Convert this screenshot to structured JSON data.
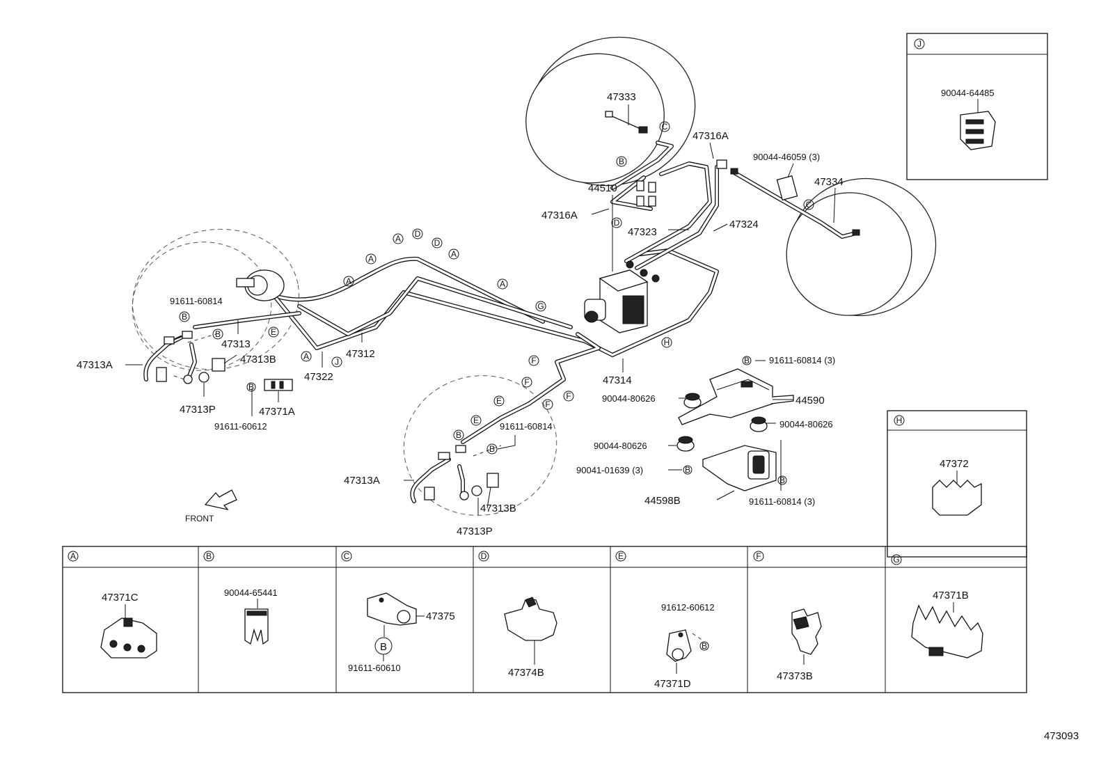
{
  "labels": {
    "p47333": "47333",
    "p47316A_top": "47316A",
    "p90044_46059": "90044-46059 (3)",
    "p47334": "47334",
    "p47316A_left": "47316A",
    "p47323": "47323",
    "p47324": "47324",
    "p44510": "44510",
    "p91611_60814_left": "91611-60814",
    "p47313_left": "47313",
    "p47313A_left": "47313A",
    "p47313B_left": "47313B",
    "p47312": "47312",
    "p47322": "47322",
    "p47313P_left": "47313P",
    "p47371A": "47371A",
    "p91611_60612": "91611-60612",
    "p47314": "47314",
    "p91611_60814_3_top": "91611-60814 (3)",
    "p90044_80626_a": "90044-80626",
    "p44590": "44590",
    "p90044_80626_b": "90044-80626",
    "p90044_80626_c": "90044-80626",
    "p90041_01639": "90041-01639 (3)",
    "p44598B": "44598B",
    "p91611_60814_3_bot": "91611-60814 (3)",
    "p91611_60814_mid": "91611-60814",
    "p47313A_mid": "47313A",
    "p47313B_mid": "47313B",
    "p47313P_mid": "47313P",
    "front": "FRONT",
    "diagram_code": "473093"
  },
  "circle_letters": {
    "A": "A",
    "B": "B",
    "C": "C",
    "D": "D",
    "E": "E",
    "F": "F",
    "G": "G",
    "H": "H",
    "J": "J"
  },
  "insets": {
    "J": {
      "letter": "J",
      "part": "90044-64485"
    },
    "H": {
      "letter": "H",
      "part": "47372"
    },
    "A": {
      "letter": "A",
      "part": "47371C"
    },
    "B": {
      "letter": "B",
      "part": "90044-65441"
    },
    "C": {
      "letter": "C",
      "part": "47375",
      "sub": "91611-60610",
      "sub_letter": "B"
    },
    "D": {
      "letter": "D",
      "part": "47374B"
    },
    "E": {
      "letter": "E",
      "part": "47371D",
      "sub": "91612-60612"
    },
    "F": {
      "letter": "F",
      "part": "47373B"
    },
    "G": {
      "letter": "G",
      "part": "47371B"
    }
  }
}
